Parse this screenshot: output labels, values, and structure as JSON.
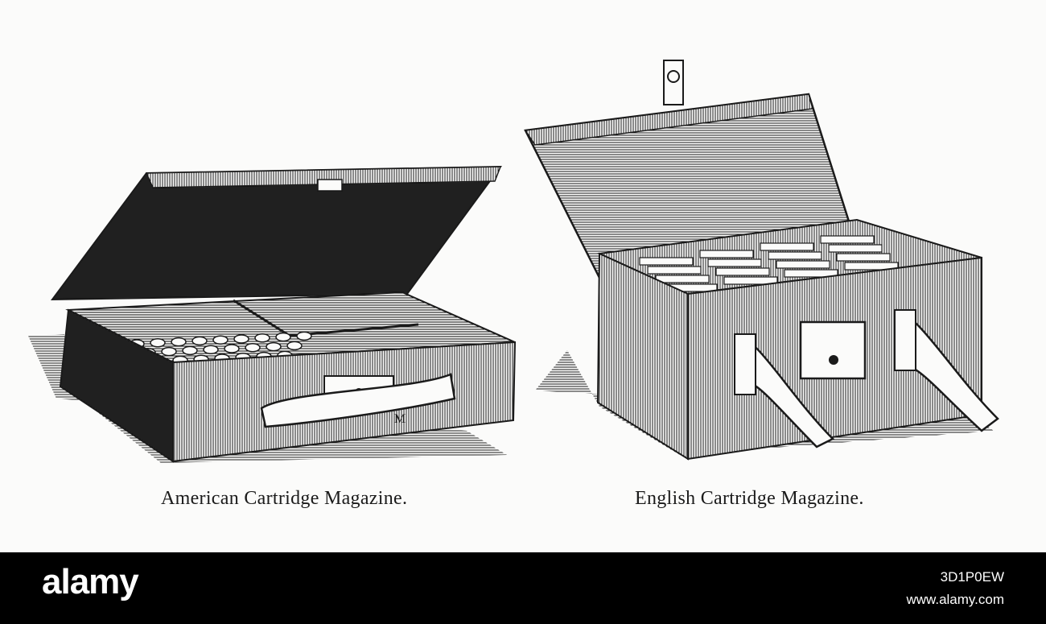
{
  "captions": {
    "american": "American Cartridge Magazine.",
    "english": "English Cartridge Magazine."
  },
  "footer": {
    "logo": "alamy",
    "image_id": "3D1P0EW",
    "url": "www.alamy.com"
  },
  "colors": {
    "ink": "#1a1a1a",
    "paper": "#fbfbfa",
    "footer_bg": "#000000",
    "footer_text": "#ffffff"
  }
}
